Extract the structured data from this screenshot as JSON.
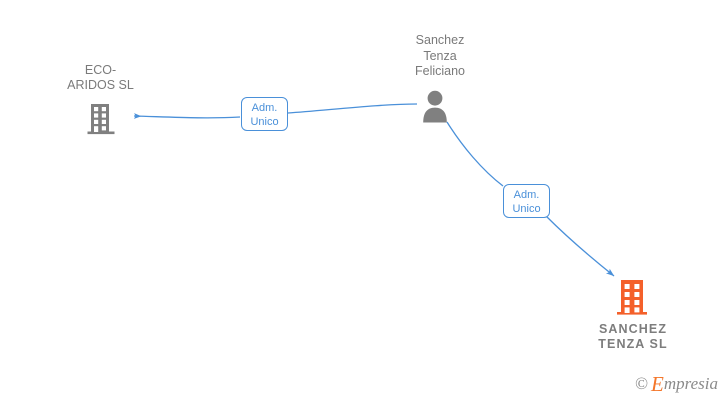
{
  "diagram": {
    "type": "org-relationship-graph",
    "background": "#ffffff",
    "colors": {
      "edge": "#4a90d9",
      "label_text": "#4a90d9",
      "node_text": "#7a7a7a",
      "company_gray": "#808080",
      "company_orange": "#f4602a",
      "person_gray": "#808080"
    },
    "nodes": [
      {
        "id": "eco-aridos",
        "kind": "company",
        "label": "ECO-\nARIDOS SL",
        "icon": "building-icon",
        "icon_color": "#808080",
        "bold": false
      },
      {
        "id": "person",
        "kind": "person",
        "label": "Sanchez\nTenza\nFeliciano",
        "icon": "person-icon",
        "icon_color": "#808080"
      },
      {
        "id": "sanchez-tenza-sl",
        "kind": "company",
        "label": "SANCHEZ\nTENZA  SL",
        "icon": "building-icon",
        "icon_color": "#f4602a",
        "bold": true
      }
    ],
    "edges": [
      {
        "id": "edge-1",
        "from": "person",
        "to": "eco-aridos",
        "label": "Adm.\nUnico",
        "arrow": "left"
      },
      {
        "id": "edge-2",
        "from": "person",
        "to": "sanchez-tenza-sl",
        "label": "Adm.\nUnico",
        "arrow": "down-right"
      }
    ]
  },
  "watermark": {
    "copyright": "©",
    "brand_initial": "E",
    "brand_rest": "mpresia"
  }
}
